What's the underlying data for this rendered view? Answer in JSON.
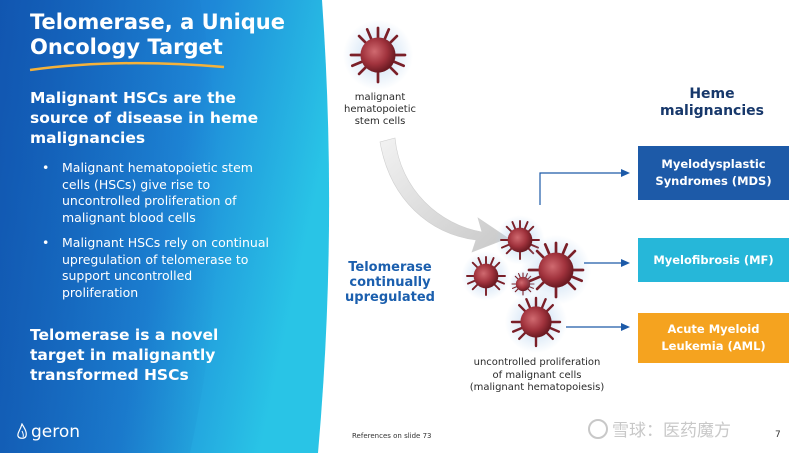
{
  "slide": {
    "title": "Telomerase, a Unique Oncology Target",
    "heading": "Malignant HSCs are the source of disease in heme malignancies",
    "bullets": [
      "Malignant hematopoietic stem cells (HSCs) give rise to uncontrolled proliferation of malignant blood cells",
      "Malignant HSCs rely on continual upregulation of telomerase to support uncontrolled proliferation"
    ],
    "closing": "Telomerase is a novel target in malignantly transformed HSCs",
    "logo": "geron"
  },
  "diagram": {
    "stem_caption": "malignant hematopoietic stem cells",
    "telomerase_label": "Telomerase continually upregulated",
    "prolif_caption_line1": "uncontrolled proliferation",
    "prolif_caption_line2": "of malignant cells",
    "prolif_caption_line3": "(malignant hematopoiesis)",
    "heme_title": "Heme malignancies",
    "outcomes": [
      {
        "label_line1": "Myelodysplastic",
        "label_line2": "Syndromes (MDS)",
        "color": "#1d5aa8"
      },
      {
        "label_line1": "Myelofibrosis (MF)",
        "label_line2": "",
        "color": "#26b7d9"
      },
      {
        "label_line1": "Acute Myeloid",
        "label_line2": "Leukemia (AML)",
        "color": "#f5a31f"
      }
    ]
  },
  "footer": {
    "references": "References on slide 73",
    "page_number": "7",
    "watermark": "雪球：医药魔方"
  }
}
